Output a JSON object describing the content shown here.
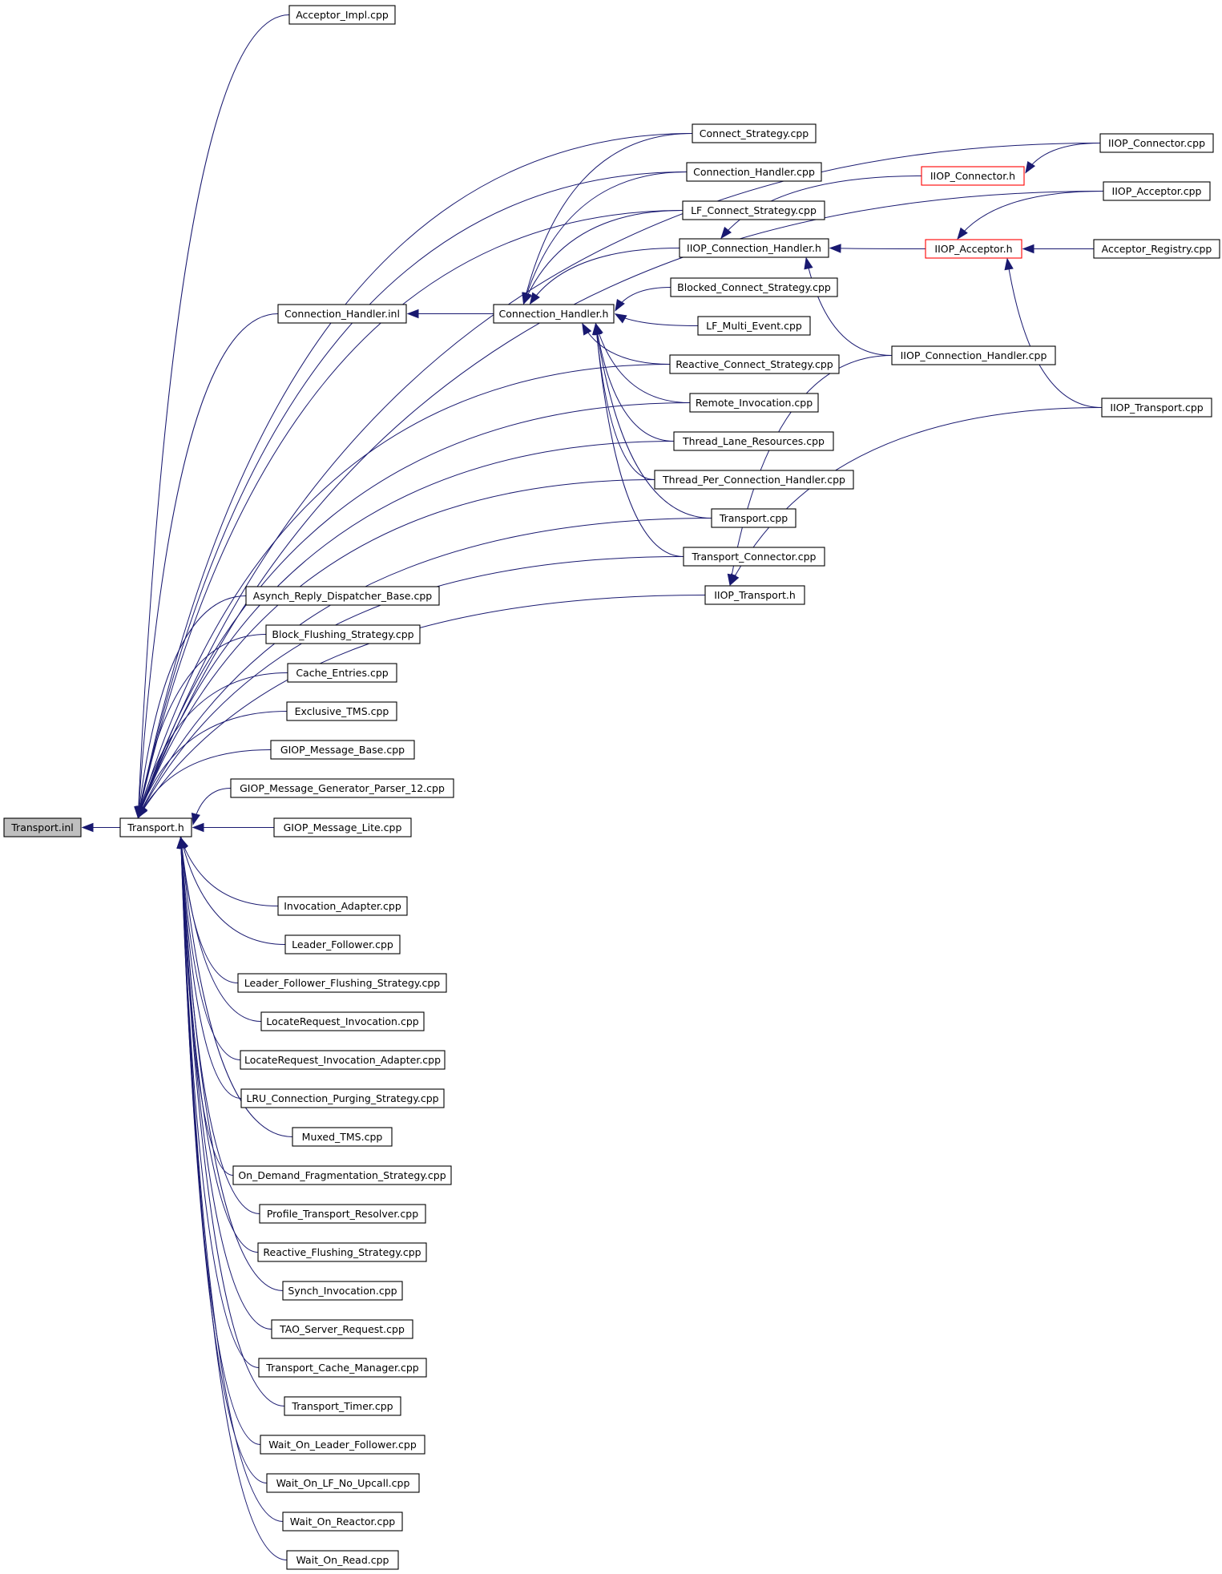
{
  "colors": {
    "edge": "#191970",
    "node_border": "#000000",
    "node_border_truncated": "#ff0000",
    "node_fill": "#ffffff",
    "root_fill": "#bfbfbf"
  },
  "nodes": {
    "transport_inl": {
      "label": "Transport.inl"
    },
    "transport_h": {
      "label": "Transport.h"
    },
    "acceptor_impl_cpp": {
      "label": "Acceptor_Impl.cpp"
    },
    "connection_handler_inl": {
      "label": "Connection_Handler.inl"
    },
    "connection_handler_h": {
      "label": "Connection_Handler.h"
    },
    "connect_strategy_cpp": {
      "label": "Connect_Strategy.cpp"
    },
    "connection_handler_cpp": {
      "label": "Connection_Handler.cpp"
    },
    "lf_connect_strategy_cpp": {
      "label": "LF_Connect_Strategy.cpp"
    },
    "iiop_connection_handler_h": {
      "label": "IIOP_Connection_Handler.h"
    },
    "blocked_connect_strategy_cpp": {
      "label": "Blocked_Connect_Strategy.cpp"
    },
    "lf_multi_event_cpp": {
      "label": "LF_Multi_Event.cpp"
    },
    "reactive_connect_strategy_cpp": {
      "label": "Reactive_Connect_Strategy.cpp"
    },
    "remote_invocation_cpp": {
      "label": "Remote_Invocation.cpp"
    },
    "thread_lane_resources_cpp": {
      "label": "Thread_Lane_Resources.cpp"
    },
    "thread_per_connection_handler_cpp": {
      "label": "Thread_Per_Connection_Handler.cpp"
    },
    "transport_cpp": {
      "label": "Transport.cpp"
    },
    "transport_connector_cpp": {
      "label": "Transport_Connector.cpp"
    },
    "iiop_transport_h": {
      "label": "IIOP_Transport.h"
    },
    "iiop_connector_h": {
      "label": "IIOP_Connector.h"
    },
    "iiop_acceptor_h": {
      "label": "IIOP_Acceptor.h"
    },
    "iiop_connection_handler_cpp": {
      "label": "IIOP_Connection_Handler.cpp"
    },
    "iiop_connector_cpp": {
      "label": "IIOP_Connector.cpp"
    },
    "iiop_acceptor_cpp": {
      "label": "IIOP_Acceptor.cpp"
    },
    "acceptor_registry_cpp": {
      "label": "Acceptor_Registry.cpp"
    },
    "iiop_transport_cpp": {
      "label": "IIOP_Transport.cpp"
    },
    "asynch_reply_dispatcher_base_cpp": {
      "label": "Asynch_Reply_Dispatcher_Base.cpp"
    },
    "block_flushing_strategy_cpp": {
      "label": "Block_Flushing_Strategy.cpp"
    },
    "cache_entries_cpp": {
      "label": "Cache_Entries.cpp"
    },
    "exclusive_tms_cpp": {
      "label": "Exclusive_TMS.cpp"
    },
    "giop_message_base_cpp": {
      "label": "GIOP_Message_Base.cpp"
    },
    "giop_message_generator_parser_12_cpp": {
      "label": "GIOP_Message_Generator_Parser_12.cpp"
    },
    "giop_message_lite_cpp": {
      "label": "GIOP_Message_Lite.cpp"
    },
    "invocation_adapter_cpp": {
      "label": "Invocation_Adapter.cpp"
    },
    "leader_follower_cpp": {
      "label": "Leader_Follower.cpp"
    },
    "leader_follower_flushing_strategy_cpp": {
      "label": "Leader_Follower_Flushing_Strategy.cpp"
    },
    "locaterequest_invocation_cpp": {
      "label": "LocateRequest_Invocation.cpp"
    },
    "locaterequest_invocation_adapter_cpp": {
      "label": "LocateRequest_Invocation_Adapter.cpp"
    },
    "lru_connection_purging_strategy_cpp": {
      "label": "LRU_Connection_Purging_Strategy.cpp"
    },
    "muxed_tms_cpp": {
      "label": "Muxed_TMS.cpp"
    },
    "on_demand_fragmentation_strategy_cpp": {
      "label": "On_Demand_Fragmentation_Strategy.cpp"
    },
    "profile_transport_resolver_cpp": {
      "label": "Profile_Transport_Resolver.cpp"
    },
    "reactive_flushing_strategy_cpp": {
      "label": "Reactive_Flushing_Strategy.cpp"
    },
    "synch_invocation_cpp": {
      "label": "Synch_Invocation.cpp"
    },
    "tao_server_request_cpp": {
      "label": "TAO_Server_Request.cpp"
    },
    "transport_cache_manager_cpp": {
      "label": "Transport_Cache_Manager.cpp"
    },
    "transport_timer_cpp": {
      "label": "Transport_Timer.cpp"
    },
    "wait_on_leader_follower_cpp": {
      "label": "Wait_On_Leader_Follower.cpp"
    },
    "wait_on_lf_no_upcall_cpp": {
      "label": "Wait_On_LF_No_Upcall.cpp"
    },
    "wait_on_reactor_cpp": {
      "label": "Wait_On_Reactor.cpp"
    },
    "wait_on_read_cpp": {
      "label": "Wait_On_Read.cpp"
    }
  },
  "edges": [
    [
      "transport_h",
      "transport_inl"
    ],
    [
      "acceptor_impl_cpp",
      "transport_h"
    ],
    [
      "iiop_connector_cpp",
      "transport_h"
    ],
    [
      "iiop_acceptor_cpp",
      "transport_h"
    ],
    [
      "connect_strategy_cpp",
      "transport_h"
    ],
    [
      "connection_handler_cpp",
      "transport_h"
    ],
    [
      "lf_connect_strategy_cpp",
      "transport_h"
    ],
    [
      "connection_handler_inl",
      "transport_h"
    ],
    [
      "reactive_connect_strategy_cpp",
      "transport_h"
    ],
    [
      "remote_invocation_cpp",
      "transport_h"
    ],
    [
      "thread_lane_resources_cpp",
      "transport_h"
    ],
    [
      "thread_per_connection_handler_cpp",
      "transport_h"
    ],
    [
      "transport_cpp",
      "transport_h"
    ],
    [
      "transport_connector_cpp",
      "transport_h"
    ],
    [
      "asynch_reply_dispatcher_base_cpp",
      "transport_h"
    ],
    [
      "block_flushing_strategy_cpp",
      "transport_h"
    ],
    [
      "cache_entries_cpp",
      "transport_h"
    ],
    [
      "exclusive_tms_cpp",
      "transport_h"
    ],
    [
      "giop_message_base_cpp",
      "transport_h"
    ],
    [
      "giop_message_generator_parser_12_cpp",
      "transport_h"
    ],
    [
      "giop_message_lite_cpp",
      "transport_h"
    ],
    [
      "iiop_transport_h",
      "transport_h"
    ],
    [
      "invocation_adapter_cpp",
      "transport_h"
    ],
    [
      "leader_follower_cpp",
      "transport_h"
    ],
    [
      "leader_follower_flushing_strategy_cpp",
      "transport_h"
    ],
    [
      "locaterequest_invocation_cpp",
      "transport_h"
    ],
    [
      "locaterequest_invocation_adapter_cpp",
      "transport_h"
    ],
    [
      "lru_connection_purging_strategy_cpp",
      "transport_h"
    ],
    [
      "muxed_tms_cpp",
      "transport_h"
    ],
    [
      "on_demand_fragmentation_strategy_cpp",
      "transport_h"
    ],
    [
      "profile_transport_resolver_cpp",
      "transport_h"
    ],
    [
      "reactive_flushing_strategy_cpp",
      "transport_h"
    ],
    [
      "synch_invocation_cpp",
      "transport_h"
    ],
    [
      "tao_server_request_cpp",
      "transport_h"
    ],
    [
      "transport_cache_manager_cpp",
      "transport_h"
    ],
    [
      "transport_timer_cpp",
      "transport_h"
    ],
    [
      "wait_on_leader_follower_cpp",
      "transport_h"
    ],
    [
      "wait_on_lf_no_upcall_cpp",
      "transport_h"
    ],
    [
      "wait_on_reactor_cpp",
      "transport_h"
    ],
    [
      "wait_on_read_cpp",
      "transport_h"
    ],
    [
      "connection_handler_h",
      "connection_handler_inl"
    ],
    [
      "connect_strategy_cpp",
      "connection_handler_h"
    ],
    [
      "connection_handler_cpp",
      "connection_handler_h"
    ],
    [
      "lf_connect_strategy_cpp",
      "connection_handler_h"
    ],
    [
      "iiop_connection_handler_h",
      "connection_handler_h"
    ],
    [
      "blocked_connect_strategy_cpp",
      "connection_handler_h"
    ],
    [
      "lf_multi_event_cpp",
      "connection_handler_h"
    ],
    [
      "reactive_connect_strategy_cpp",
      "connection_handler_h"
    ],
    [
      "remote_invocation_cpp",
      "connection_handler_h"
    ],
    [
      "thread_lane_resources_cpp",
      "connection_handler_h"
    ],
    [
      "thread_per_connection_handler_cpp",
      "connection_handler_h"
    ],
    [
      "transport_cpp",
      "connection_handler_h"
    ],
    [
      "transport_connector_cpp",
      "connection_handler_h"
    ],
    [
      "iiop_connector_h",
      "iiop_connection_handler_h"
    ],
    [
      "iiop_acceptor_h",
      "iiop_connection_handler_h"
    ],
    [
      "iiop_connection_handler_cpp",
      "iiop_connection_handler_h"
    ],
    [
      "iiop_connector_cpp",
      "iiop_connector_h"
    ],
    [
      "iiop_acceptor_cpp",
      "iiop_acceptor_h"
    ],
    [
      "acceptor_registry_cpp",
      "iiop_acceptor_h"
    ],
    [
      "iiop_transport_cpp",
      "iiop_acceptor_h"
    ],
    [
      "iiop_connection_handler_cpp",
      "iiop_transport_h"
    ],
    [
      "iiop_transport_cpp",
      "iiop_transport_h"
    ]
  ]
}
